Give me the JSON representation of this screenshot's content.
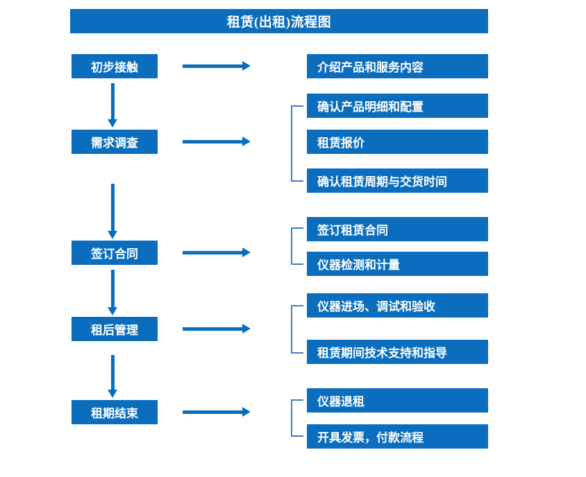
{
  "title": "租赁(出租)流程图",
  "colors": {
    "box_fill": "#0A6DBE",
    "box_text": "#FFFFFF",
    "arrow": "#0A6DBE",
    "bracket": "#3F7FBF",
    "background": "#FFFFFF"
  },
  "stages": [
    {
      "label": "初步接触"
    },
    {
      "label": "需求调查"
    },
    {
      "label": "签订合同"
    },
    {
      "label": "租后管理"
    },
    {
      "label": "租期结束"
    }
  ],
  "details": [
    {
      "label": "介绍产品和服务内容"
    },
    {
      "label": "确认产品明细和配置"
    },
    {
      "label": "租赁报价"
    },
    {
      "label": "确认租赁周期与交货时间"
    },
    {
      "label": "签订租赁合同"
    },
    {
      "label": "仪器检测和计量"
    },
    {
      "label": "仪器进场、调试和验收"
    },
    {
      "label": "租赁期间技术支持和指导"
    },
    {
      "label": "仪器退租"
    },
    {
      "label": "开具发票，付款流程"
    }
  ]
}
